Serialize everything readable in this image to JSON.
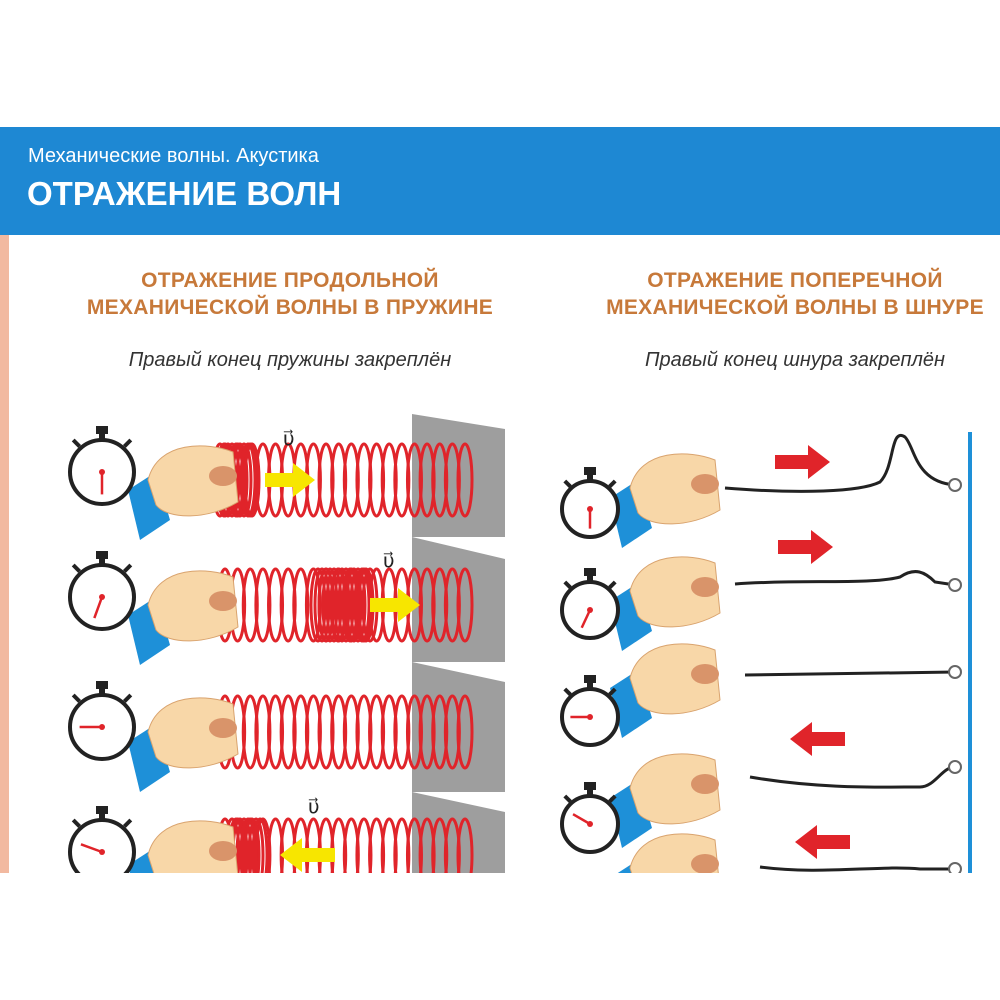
{
  "header": {
    "subtitle": "Механические волны. Акустика",
    "title": "ОТРАЖЕНИЕ ВОЛН"
  },
  "left_panel": {
    "heading_line1": "ОТРАЖЕНИЕ ПРОДОЛЬНОЙ",
    "heading_line2": "МЕХАНИЧЕСКОЙ ВОЛНЫ В ПРУЖИНЕ",
    "caption": "Правый конец пружины закреплён",
    "velocity_label": "υ⃗"
  },
  "right_panel": {
    "heading_line1": "ОТРАЖЕНИЕ ПОПЕРЕЧНОЙ",
    "heading_line2": "МЕХАНИЧЕСКОЙ ВОЛНЫ В ШНУРЕ",
    "caption": "Правый конец шнура закреплён"
  },
  "colors": {
    "header_blue": "#1e88d3",
    "heading_orange": "#c7793a",
    "spring_red": "#e0242a",
    "arrow_yellow": "#f7e600",
    "arrow_red": "#e0242a",
    "sleeve_blue": "#1e90d8",
    "skin": "#f8d7a8",
    "wall_gray": "#9e9e9e"
  },
  "icons": [
    "stopwatch-icon",
    "hand-icon",
    "spring-icon",
    "wall-icon",
    "arrow-icon",
    "cord-icon",
    "anchor-ring-icon"
  ]
}
